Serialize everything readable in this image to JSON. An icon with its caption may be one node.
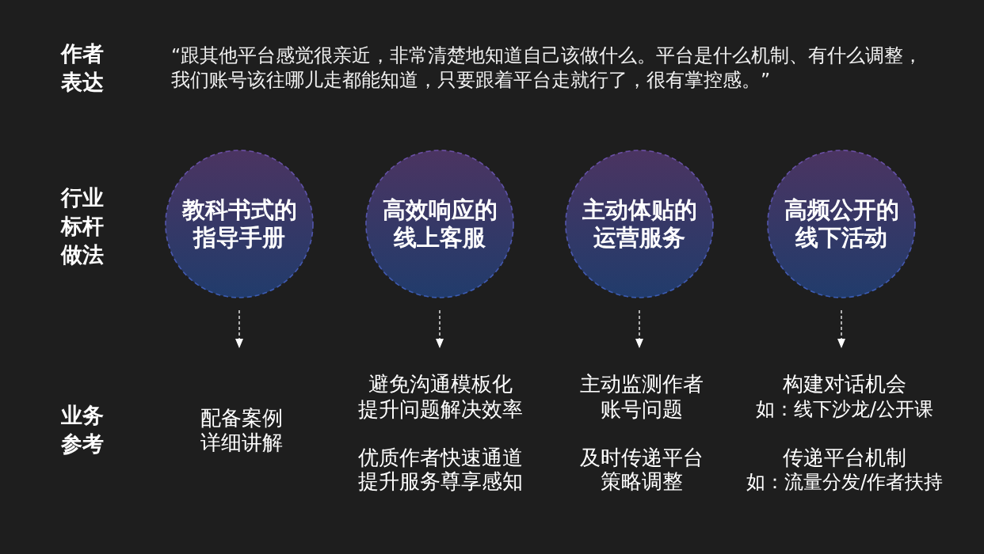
{
  "diagram": {
    "nodes": [
      {
        "text": [
          "教科书式的指导手册"
        ]
      },
      {
        "text": [
          "高效响应的线上客服"
        ]
      },
      {
        "text": [
          "主动体贴的运营服务"
        ]
      },
      {
        "text": [
          "高频公开的线下活动"
        ]
      },
      {
        "text": [
          "配备案例详细讲解"
        ]
      },
      {
        "text": [
          "避免沟通模板化提升问题解决效率",
          "优质作者快速通道提升服务尊享感知"
        ]
      },
      {
        "text": [
          "主动监测作者账号问题",
          "及时传递平台策略调整"
        ]
      },
      {
        "text": [
          "构建对话机会",
          "如：线下沙龙/公开课",
          "传递平台机制",
          "如：流量分发/作者扶持"
        ]
      }
    ],
    "edges": [
      {
        "from": 0,
        "to": 4,
        "arrow": "to",
        "style": "dashed"
      },
      {
        "from": 1,
        "to": 5,
        "arrow": "to",
        "style": "dashed"
      },
      {
        "from": 2,
        "to": 6,
        "arrow": "to",
        "style": "dashed"
      },
      {
        "from": 3,
        "to": 7,
        "arrow": "to",
        "style": "dashed"
      }
    ],
    "labels": [
      "作者表达",
      "“跟其他平台感觉很亲近，非常清楚地知道自己该做什么。平台是什么机制、有什么调整，我们账号该往哪儿走都能知道，只要跟着平台走就行了，很有掌控感。”",
      "行业标杆做法",
      "业务参考"
    ]
  }
}
